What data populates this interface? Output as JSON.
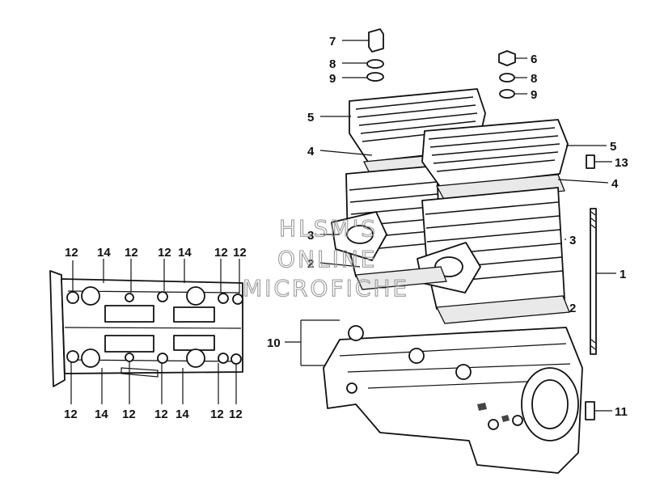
{
  "callouts": {
    "c7": "7",
    "c8a": "8",
    "c9a": "9",
    "c6": "6",
    "c8b": "8",
    "c9b": "9",
    "c5a": "5",
    "c5b": "5",
    "c4a": "4",
    "c13": "13",
    "c4b": "4",
    "c3a": "3",
    "c3b": "3",
    "c2a": "2",
    "c1": "1",
    "c2b": "2",
    "c10": "10",
    "c11": "11"
  },
  "top_row": [
    "12",
    "14",
    "12",
    "12",
    "14",
    "12",
    "12"
  ],
  "bottom_row": [
    "12",
    "14",
    "12",
    "12",
    "14",
    "12",
    "12"
  ],
  "watermark": [
    "HLSM'S",
    "ONLINE",
    "MICROFICHE"
  ]
}
